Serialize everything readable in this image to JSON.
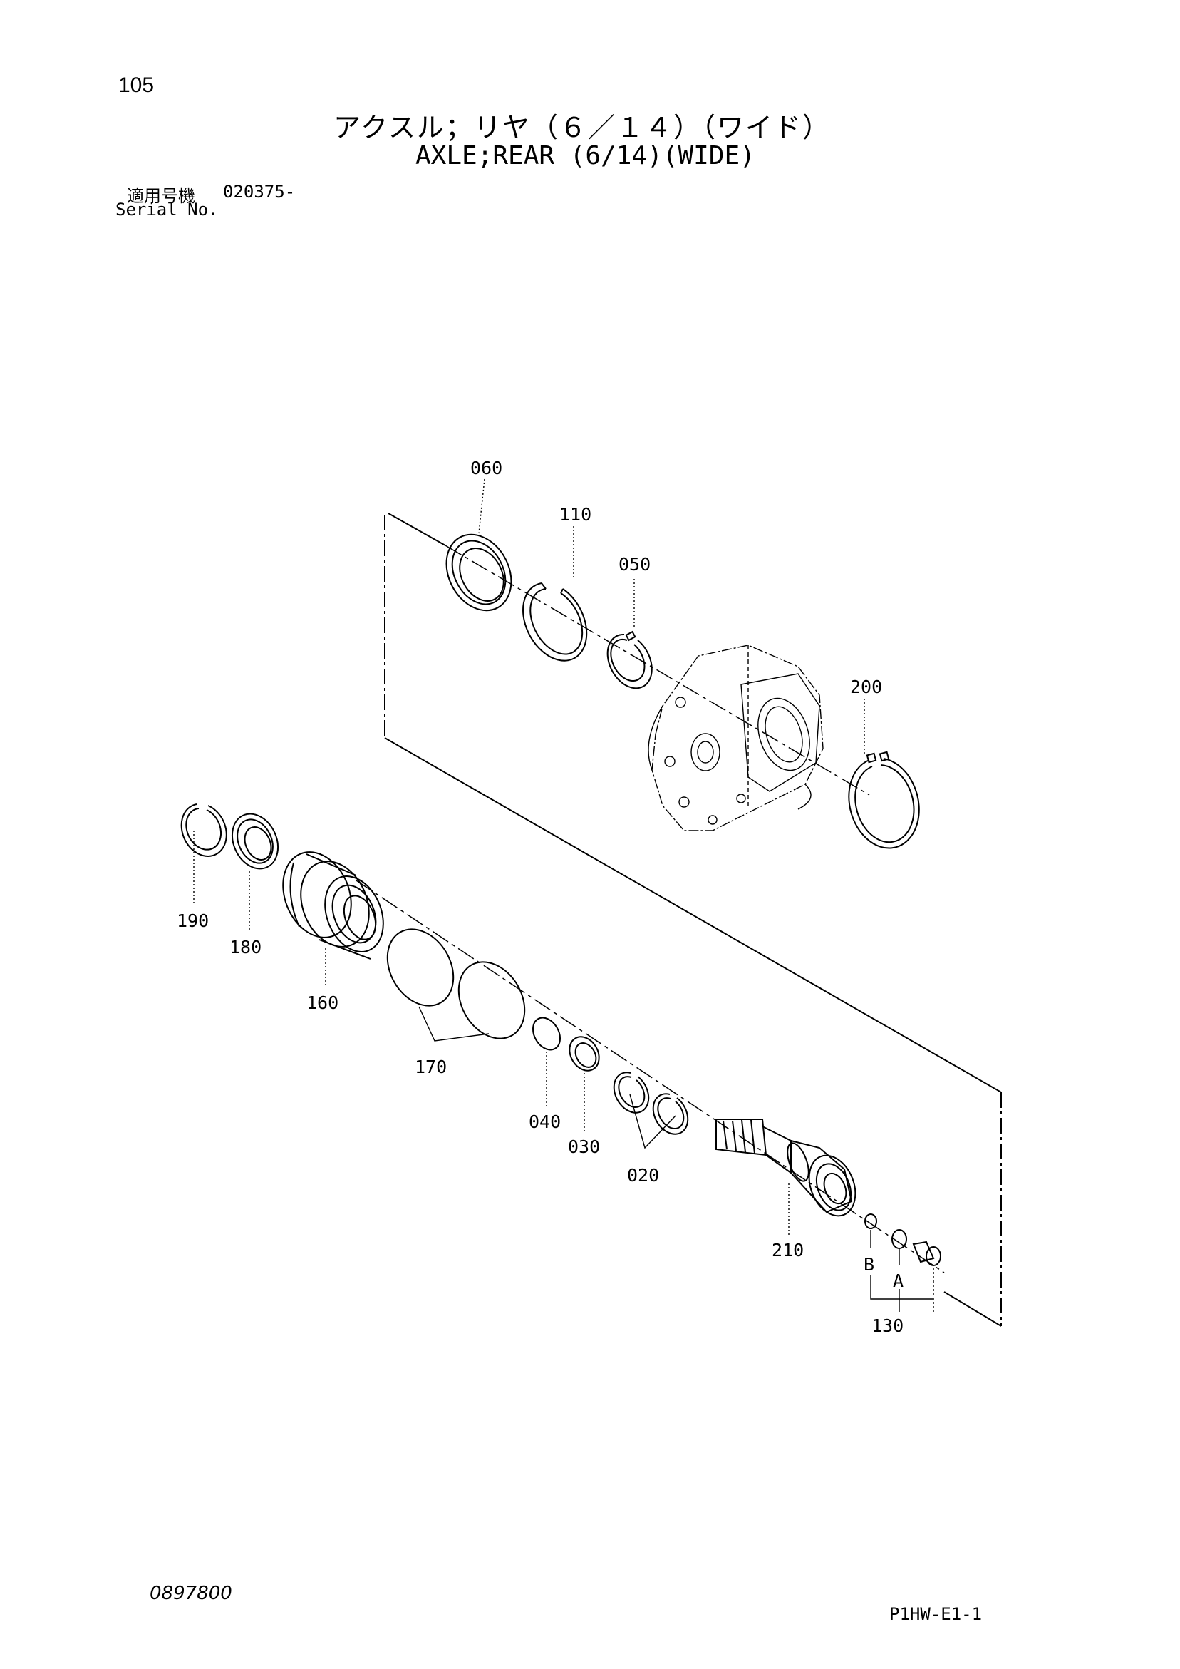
{
  "header": {
    "page_number": "105",
    "title_jp": "アクスル；リヤ（６／１４）（ワイド）",
    "title_en": "AXLE;REAR (6/14)(WIDE)",
    "serial_label_jp": "適用号機",
    "serial_value": "020375-",
    "serial_label_en": "Serial No."
  },
  "parts": {
    "p060": "060",
    "p110": "110",
    "p050": "050",
    "p200": "200",
    "p190": "190",
    "p180": "180",
    "p160": "160",
    "p170": "170",
    "p040": "040",
    "p030": "030",
    "p020": "020",
    "p210": "210",
    "pB": "B",
    "pA": "A",
    "p130": "130"
  },
  "footer": {
    "doc_number": "0897800",
    "page_code": "P1HW-E1-1"
  }
}
